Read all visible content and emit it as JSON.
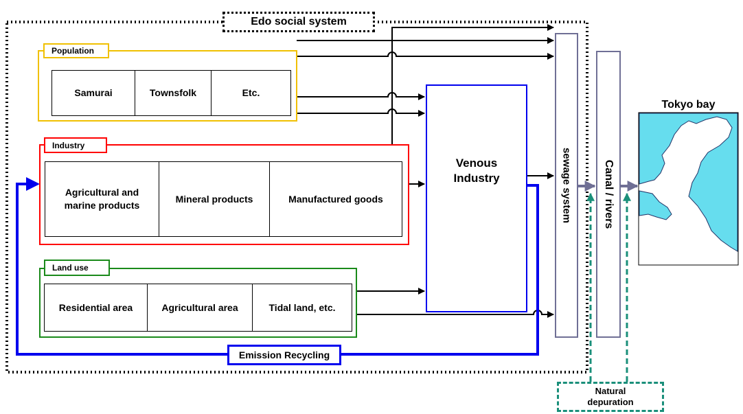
{
  "title": "Edo social system",
  "groups": {
    "population": {
      "label": "Population",
      "color": "#f0c000",
      "cells": [
        "Samurai",
        "Townsfolk",
        "Etc."
      ]
    },
    "industry": {
      "label": "Industry",
      "color": "#ff0000",
      "cells": [
        "Agricultural and marine products",
        "Mineral products",
        "Manufactured goods"
      ]
    },
    "land_use": {
      "label": "Land use",
      "color": "#1a8a1a",
      "cells": [
        "Residential area",
        "Agricultural area",
        "Tidal land, etc."
      ]
    }
  },
  "venous": {
    "label": "Venous Industry",
    "color": "#0000ee"
  },
  "sewage": {
    "label": "sewage system"
  },
  "canal": {
    "label": "Canal / rivers"
  },
  "emission": {
    "label": "Emission Recycling"
  },
  "bay": {
    "label": "Tokyo bay",
    "water_color": "#66ddee"
  },
  "natural": {
    "label": "Natural depuration",
    "color": "#1a8f7a"
  }
}
